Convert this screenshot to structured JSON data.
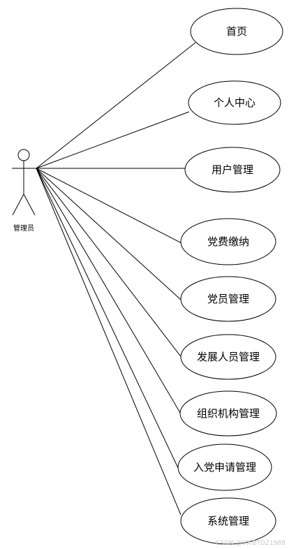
{
  "actor": {
    "label": "管理员"
  },
  "use_cases": [
    {
      "id": "home",
      "label": "首页"
    },
    {
      "id": "personal-center",
      "label": "个人中心"
    },
    {
      "id": "user-management",
      "label": "用户管理"
    },
    {
      "id": "party-dues",
      "label": "党费缴纳"
    },
    {
      "id": "member-management",
      "label": "党员管理"
    },
    {
      "id": "development-management",
      "label": "发展人员管理"
    },
    {
      "id": "organization-management",
      "label": "组织机构管理"
    },
    {
      "id": "application-management",
      "label": "入党申请管理"
    },
    {
      "id": "system-management",
      "label": "系统管理"
    }
  ],
  "watermark": "CSDN @VX-BYDZ1988"
}
